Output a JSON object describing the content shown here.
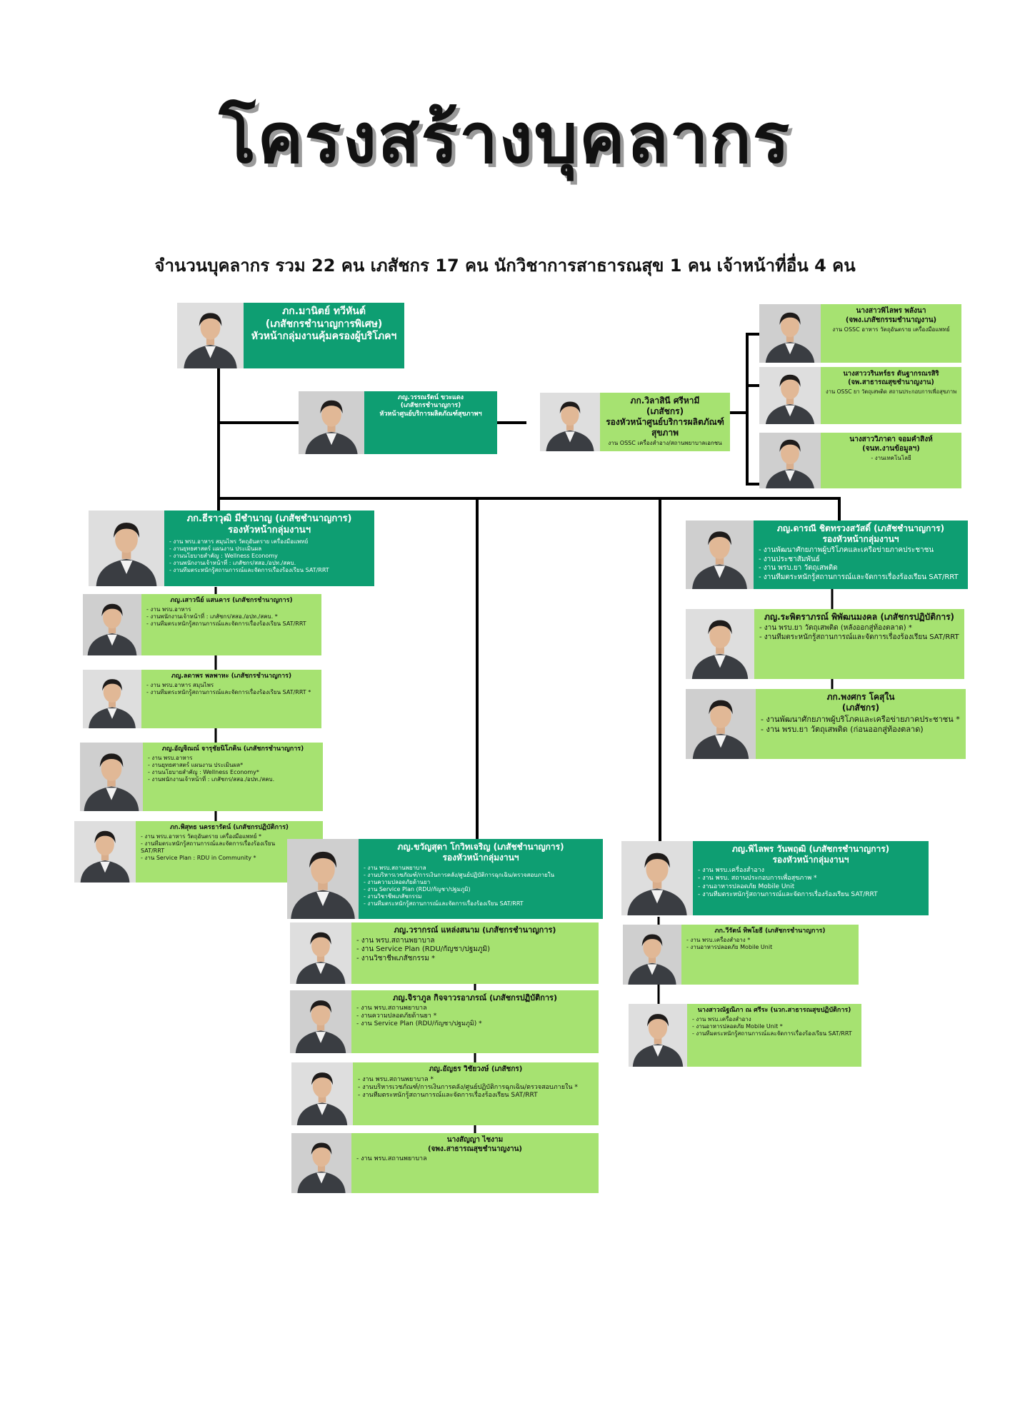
{
  "title": "โครงสร้างบุคลากร",
  "subtitle": "จำนวนบุคลากร  รวม 22 คน   เภสัชกร 17 คน  นักวิชาการสาธารณสุข 1 คน   เจ้าหน้าที่อื่น 4 คน",
  "colors": {
    "dark_green": "#0e9e72",
    "light_green": "#a6e271",
    "line": "#000000"
  },
  "people": [
    {
      "id": "head",
      "variant": "dark",
      "align": "center",
      "name_lines": [
        "ภก.มานิตย์  ทวีหันต์",
        "(เภสัชกรชำนาญการพิเศษ)",
        "หัวหน้ากลุ่มงานคุ้มครองผู้บริโภคฯ"
      ],
      "duties": []
    },
    {
      "id": "center-head",
      "variant": "dark",
      "align": "center",
      "name_lines": [
        "ภญ.วรรณรัตน์ ขวะแดง",
        "(เภสัชกรชำนาญการ)",
        "หัวหน้าศูนย์บริการผลิตภัณฑ์สุขภาพฯ"
      ],
      "duties": []
    },
    {
      "id": "center-deputy",
      "variant": "light",
      "align": "center",
      "name_lines": [
        "ภก.วิลาสินี  ศรีหามี",
        "(เภสัชกร)",
        "รองหัวหน้าศูนย์บริการผลิตภัณฑ์สุขภาพ"
      ],
      "duties": [
        "งาน OSSC เครื่องสำอาง/สถานพยาบาลเอกชน"
      ]
    },
    {
      "id": "staff-1",
      "variant": "light",
      "align": "center",
      "name_lines": [
        "นางสาวพิไลพร  พลังนา",
        "(จพง.เภสัชกรรมชำนาญงาน)"
      ],
      "duties": [
        "งาน OSSC อาหาร วัตถุอันตราย เครื่องมือแพทย์"
      ]
    },
    {
      "id": "staff-2",
      "variant": "light",
      "align": "center",
      "name_lines": [
        "นางสาววรินทร์ธร  ตันฐากรณรสิริ",
        "(จพ.สาธารณสุขชำนาญงาน)"
      ],
      "duties": [
        "งาน OSSC ยา วัตถุเสพติด สถานประกอบการเพื่อสุขภาพ"
      ]
    },
    {
      "id": "staff-3",
      "variant": "light",
      "align": "center",
      "name_lines": [
        "นางสาววิภาดา  จอมคำสิงห์",
        "(จนท.งานข้อมูลฯ)"
      ],
      "duties": [
        "- งานเทคโนโลยี"
      ]
    },
    {
      "id": "deputy-1",
      "variant": "dark",
      "align": "left",
      "name_lines": [
        "ภก.ธีราวุฒิ  มีชำนาญ (เภสัชชำนาญการ)",
        "รองหัวหน้ากลุ่มงานฯ"
      ],
      "duties": [
        "- งาน พรบ.อาหาร สมุนไพร วัตถุอันตราย เครื่องมือแพทย์",
        "- งานยุทธศาสตร์ แผนงาน ประเมินผล",
        "- งานนโยบายสำคัญ : Wellness Economy",
        "- งานพนักงานเจ้าหน้าที่ : เภสัชกร/สสอ./อปท./สคบ.",
        "- งานทีมตระหนักรู้สถานการณ์และจัดการเรื่องร้องเรียน SAT/RRT"
      ]
    },
    {
      "id": "d1-s1",
      "variant": "light",
      "align": "left",
      "name_lines": [
        "ภญ.เสาวนีย์ แสนคาร (เภสัชกรชำนาญการ)"
      ],
      "duties": [
        "- งาน พรบ.อาหาร",
        "- งานพนักงานเจ้าหน้าที่ : เภสัชกร/สสอ./อปท./สคบ. *",
        "- งานทีมตระหนักรู้สถานการณ์และจัดการเรื่องร้องเรียน  SAT/RRT"
      ]
    },
    {
      "id": "d1-s2",
      "variant": "light",
      "align": "left",
      "name_lines": [
        "ภญ.ลดาพร  พลพาหะ (เภสัชกรชำนาญการ)"
      ],
      "duties": [
        "- งาน พรบ.อาหาร สมุนไพร",
        "- งานทีมตระหนักรู้สถานการณ์และจัดการเรื่องร้องเรียน SAT/RRT *"
      ]
    },
    {
      "id": "d1-s3",
      "variant": "light",
      "align": "left",
      "name_lines": [
        "ภญ.อัญจิณณ์ จารุชัยนิโภคิน (เภสัชกรชำนาญการ)"
      ],
      "duties": [
        "- งาน พรบ.อาหาร",
        "- งานยุทธศาสตร์ แผนงาน ประเมินผล*",
        "- งานนโยบายสำคัญ : Wellness Economy*",
        "- งานพนักงานเจ้าหน้าที่ : เภสัชกร/สสอ./อปท./สคบ."
      ]
    },
    {
      "id": "d1-s4",
      "variant": "light",
      "align": "left",
      "name_lines": [
        "ภก.พิสุทธ  นครธารัตน์ (เภสัชกรปฏิบัติการ)"
      ],
      "duties": [
        "- งาน พรบ.อาหาร วัตถุอันตราย เครื่องมือแพทย์ *",
        "- งานทีมตระหนักรู้สถานการณ์และจัดการเรื่องร้องเรียน",
        "  SAT/RRT",
        "- งาน Service Plan : RDU in Community *"
      ]
    },
    {
      "id": "deputy-2",
      "variant": "dark",
      "align": "left",
      "name_lines": [
        "ภญ.ขวัญสุดา  โกวิทเจริญ (เภสัชชำนาญการ)",
        "รองหัวหน้ากลุ่มงานฯ"
      ],
      "duties": [
        "- งาน พรบ.สถานพยาบาล",
        "- งานบริหารเวชภัณฑ์/การเงินการคลัง/ศูนย์ปฏิบัติการฉุกเฉิน/ตรวจสอบภายใน",
        "- งานความปลอดภัยด้านยา",
        "- งาน Service Plan (RDU/กัญชา/ปฐมภูมิ)",
        "- งานวิชาชีพเภสัชกรรม",
        "- งานทีมตระหนักรู้สถานการณ์และจัดการเรื่องร้องเรียน SAT/RRT"
      ]
    },
    {
      "id": "d2-s1",
      "variant": "light",
      "align": "left",
      "name_lines": [
        "ภญ.วรากรณ์  แหล่งสนาม (เภสัชกรชำนาญการ)"
      ],
      "duties": [
        "- งาน พรบ.สถานพยาบาล",
        "- งาน Service Plan (RDU/กัญชา/ปฐมภูมิ)",
        "- งานวิชาชีพเภสัชกรรม *"
      ]
    },
    {
      "id": "d2-s2",
      "variant": "light",
      "align": "left",
      "name_lines": [
        "ภญ.จิราภูล  กิจจาวรอาภรณ์ (เภสัชกรปฏิบัติการ)"
      ],
      "duties": [
        "- งาน พรบ.สถานพยาบาล",
        "- งานความปลอดภัยด้านยา *",
        "- งาน Service Plan (RDU/กัญชา/ปฐมภูมิ) *"
      ]
    },
    {
      "id": "d2-s3",
      "variant": "light",
      "align": "left",
      "name_lines": [
        "ภญ.อัญธร  วิชัยวงษ์ (เภสัชกร)"
      ],
      "duties": [
        "- งาน พรบ.สถานพยาบาล *",
        "- งานบริหารเวชภัณฑ์/การเงินการคลัง/ศูนย์ปฏิบัติการฉุกเฉิน/ตรวจสอบภายใน *",
        "- งานทีมตระหนักรู้สถานการณ์และจัดการเรื่องร้องเรียน SAT/RRT"
      ]
    },
    {
      "id": "d2-s4",
      "variant": "light",
      "align": "left",
      "name_lines": [
        "นางสัญญา  ไชงาม",
        "(จพง.สาธารณสุขชำนาญงาน)"
      ],
      "duties": [
        "- งาน พรบ.สถานพยาบาล"
      ]
    },
    {
      "id": "deputy-3",
      "variant": "dark",
      "align": "left",
      "name_lines": [
        "ภญ.พิไลพร วันพฤฒิ (เภสัชกรชำนาญการ)",
        "รองหัวหน้ากลุ่มงานฯ"
      ],
      "duties": [
        "- งาน พรบ.เครื่องสำอาง",
        "- งาน พรบ. สถานประกอบการเพื่อสุขภาพ *",
        "- งานอาหารปลอดภัย Mobile Unit",
        "- งานทีมตระหนักรู้สถานการณ์และจัดการเรื่องร้องเรียน SAT/RRT"
      ]
    },
    {
      "id": "d3-s1",
      "variant": "light",
      "align": "left",
      "name_lines": [
        "ภก.วีรัตน์ ทิพโยธี (เภสัชกรชำนาญการ)"
      ],
      "duties": [
        "- งาน พรบ.เครื่องสำอาง *",
        "- งานอาหารปลอดภัย Mobile Unit"
      ]
    },
    {
      "id": "d3-s2",
      "variant": "light",
      "align": "left",
      "name_lines": [
        "นางสาวณัฐณิภา ณ ศรีระ (นวก.สาธารณสุขปฏิบัติการ)"
      ],
      "duties": [
        "- งาน พรบ.เครื่องสำอาง",
        "- งานอาหารปลอดภัย Mobile Unit *",
        "- งานทีมตระหนักรู้สถานการณ์และจัดการเรื่องร้องเรียน SAT/RRT"
      ]
    },
    {
      "id": "deputy-4",
      "variant": "dark",
      "align": "left",
      "name_lines": [
        "ภญ.ดารณี ชิตทรวงสวัสดิ์ (เภสัชชำนาญการ)",
        "รองหัวหน้ากลุ่มงานฯ"
      ],
      "duties": [
        "- งานพัฒนาศักยภาพผู้บริโภคและเครือข่ายภาคประชาชน",
        "- งานประชาสัมพันธ์",
        "- งาน พรบ.ยา วัตถุเสพติด",
        "- งานทีมตระหนักรู้สถานการณ์และจัดการเรื่องร้องเรียน SAT/RRT"
      ]
    },
    {
      "id": "d4-s1",
      "variant": "light",
      "align": "left",
      "name_lines": [
        "ภญ.ระพิตราภรณ์  พิพัฒนมงคล (เภสัชกรปฏิบัติการ)"
      ],
      "duties": [
        "- งาน พรบ.ยา วัตถุเสพติด (หลังออกสู่ท้องตลาด) *",
        "- งานทีมตระหนักรู้สถานการณ์และจัดการเรื่องร้องเรียน SAT/RRT"
      ]
    },
    {
      "id": "d4-s2",
      "variant": "light",
      "align": "left",
      "name_lines": [
        "ภก.พงศกร  โคสุใน",
        "(เภสัชกร)"
      ],
      "duties": [
        "- งานพัฒนาศักยภาพผู้บริโภคและเครือข่ายภาคประชาชน *",
        "- งาน พรบ.ยา วัตถุเสพติด (ก่อนออกสู่ท้องตลาด)"
      ]
    }
  ]
}
